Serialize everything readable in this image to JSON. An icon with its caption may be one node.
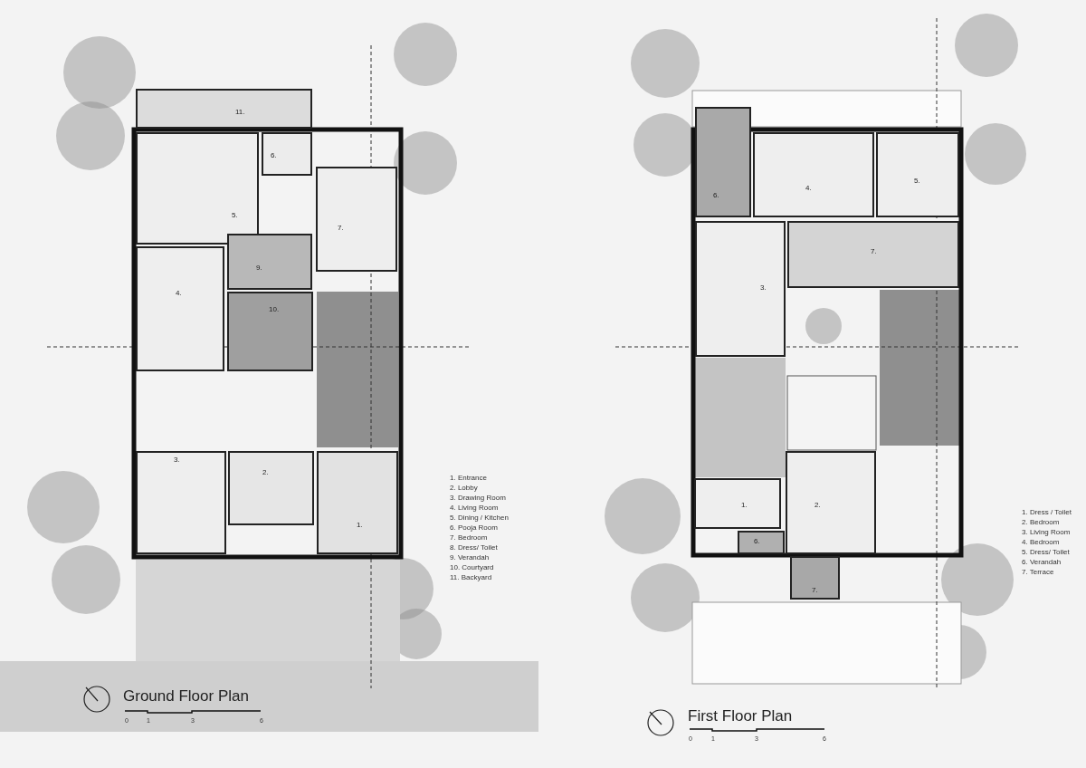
{
  "diagram": {
    "nodes": [
      {
        "text": [
          "11."
        ]
      },
      {
        "text": [
          "6."
        ]
      },
      {
        "text": [
          "5."
        ]
      },
      {
        "text": [
          "7."
        ]
      },
      {
        "text": [
          "9."
        ]
      },
      {
        "text": [
          "4."
        ]
      },
      {
        "text": [
          "10."
        ]
      },
      {
        "text": [
          "3."
        ]
      },
      {
        "text": [
          "2."
        ]
      },
      {
        "text": [
          "1."
        ]
      },
      {
        "text": [
          "6."
        ]
      },
      {
        "text": [
          "4."
        ]
      },
      {
        "text": [
          "5."
        ]
      },
      {
        "text": [
          "7."
        ]
      },
      {
        "text": [
          "3."
        ]
      },
      {
        "text": [
          "1."
        ]
      },
      {
        "text": [
          "2."
        ]
      },
      {
        "text": [
          "6."
        ]
      },
      {
        "text": [
          "7."
        ]
      }
    ],
    "labels": [
      "Ground Floor Plan",
      "0",
      "1",
      "3",
      "6",
      "1. Entrance",
      "2. Lobby",
      "3. Drawing Room",
      "4. Living Room",
      "5. Dining / Kitchen",
      "6. Pooja Room",
      "7. Bedroom",
      "8. Dress/ Toilet",
      "9. Verandah",
      "10. Courtyard",
      "11. Backyard",
      "First Floor Plan",
      "0",
      "1",
      "3",
      "6",
      "1. Dress / Toilet",
      "2. Bedroom",
      "3. Living Room",
      "4. Bedroom",
      "5. Dress/ Toilet",
      "6. Verandah",
      "7. Terrace"
    ]
  }
}
